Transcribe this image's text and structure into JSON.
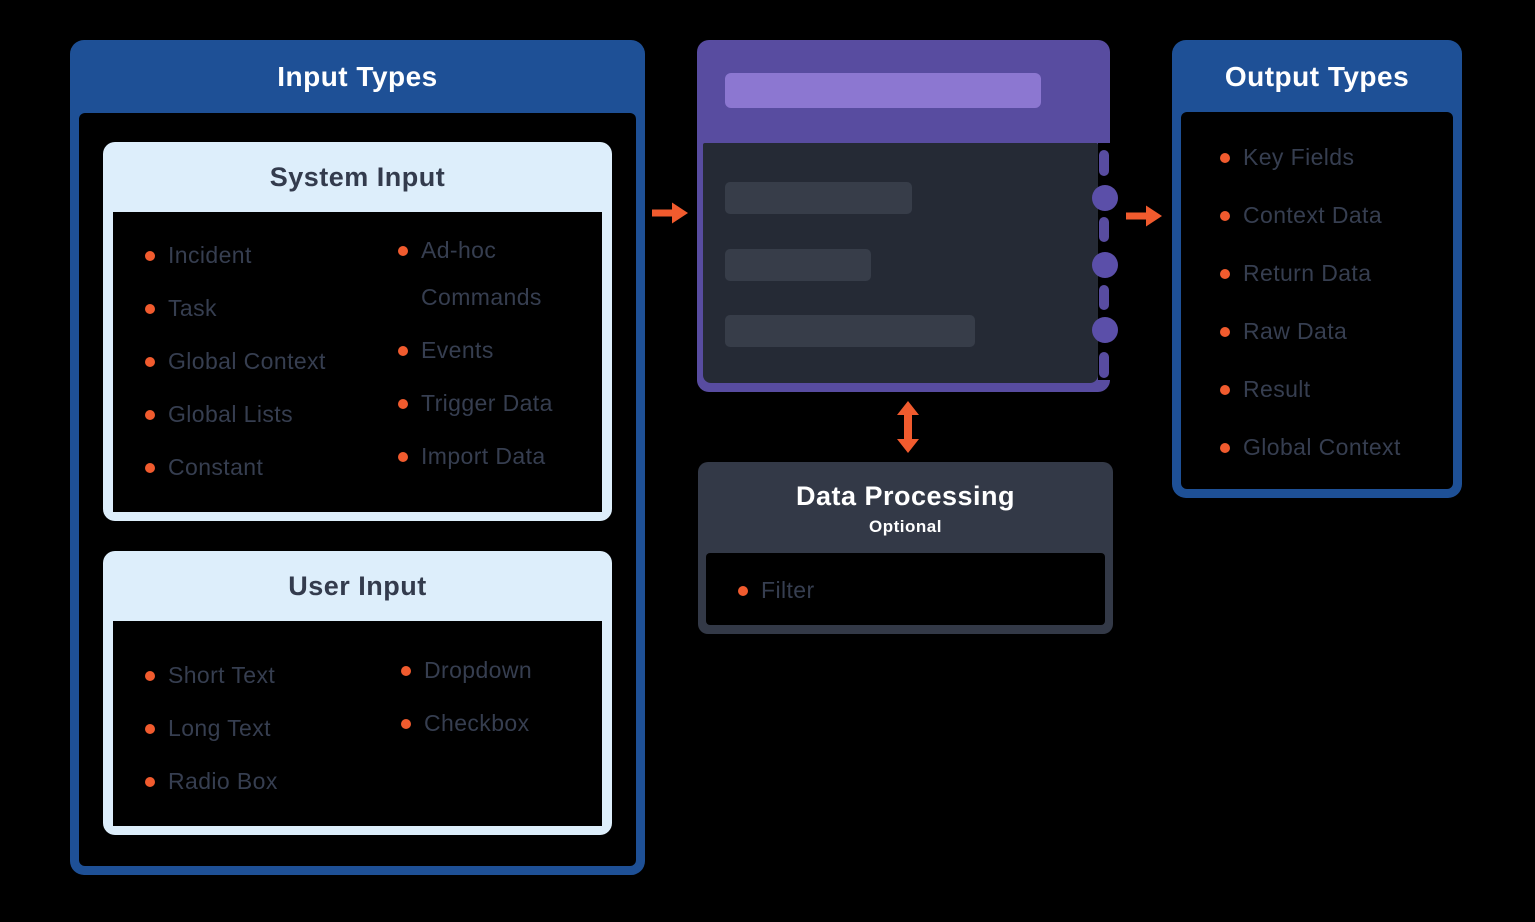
{
  "colors": {
    "background": "#000000",
    "blue": "#1E5096",
    "light_blue": "#DDEEFB",
    "orange": "#F15B2E",
    "purple": "#584CA0",
    "purple_light": "#8C77D1",
    "purple_port": "#5B4FA9",
    "panel_dark": "#252A35",
    "bar_dark": "#373D49",
    "card_dark": "#333947",
    "text_dark": "#363E50",
    "heading_dark": "#333B4D",
    "white": "#FFFFFF"
  },
  "input_panel": {
    "title": "Input Types",
    "system": {
      "title": "System Input",
      "items_left": [
        "Incident",
        "Task",
        "Global Context",
        "Global Lists",
        "Constant"
      ],
      "items_right": [
        "Ad-hoc Commands",
        "Events",
        "Trigger Data",
        "Import Data"
      ]
    },
    "user": {
      "title": "User Input",
      "items_left": [
        "Short Text",
        "Long Text",
        "Radio Box"
      ],
      "items_right": [
        "Dropdown",
        "Checkbox"
      ]
    }
  },
  "node": {
    "description": "playbook task node placeholder",
    "port_count": 3,
    "placeholder_bar_count": 3
  },
  "processing": {
    "title": "Data Processing",
    "subtitle": "Optional",
    "items": [
      "Filter"
    ]
  },
  "output_panel": {
    "title": "Output Types",
    "items": [
      "Key Fields",
      "Context Data",
      "Return Data",
      "Raw Data",
      "Result",
      "Global Context"
    ]
  },
  "icons": {
    "input_to_node": "arrow-right",
    "node_to_output": "arrow-right",
    "node_to_processing": "arrow-vertical-double",
    "node_ports": "circle-port",
    "list_marker": "bullet-dot"
  }
}
